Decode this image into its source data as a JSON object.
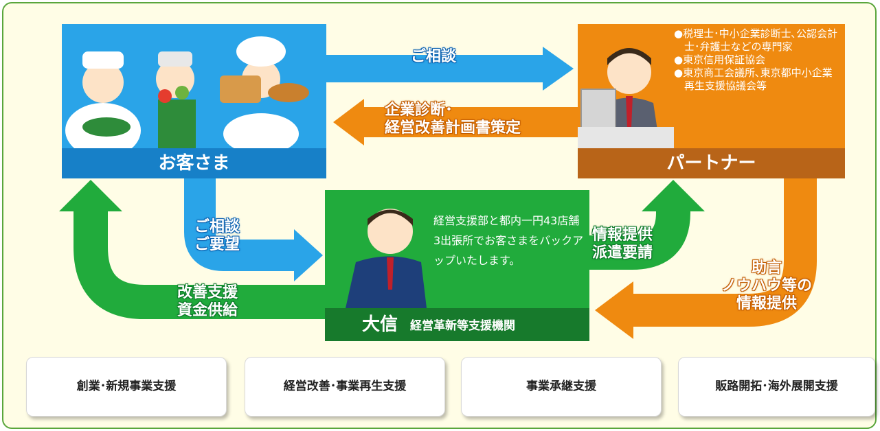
{
  "customer": {
    "label": "お客さま"
  },
  "partner": {
    "label": "パートナー",
    "notes": [
      "●税理士･中小企業診断士､公認会計士･弁護士などの専門家",
      "●東京信用保証協会",
      "●東京商工会議所､東京都中小企業再生支援協議会等"
    ]
  },
  "daishin": {
    "name": "大信",
    "subtitle": "経営革新等支援機関",
    "description": "経営支援部と都内一円43店舗3出張所でお客さまをバックアップいたします。"
  },
  "arrows": {
    "consult": "ご相談",
    "diagnosis": [
      "企業診断･",
      "経営改善計画書策定"
    ],
    "consult_request": [
      "ご相談",
      "ご要望"
    ],
    "info_dispatch": [
      "情報提供",
      "派遣要請"
    ],
    "improvement_funding": [
      "改善支援",
      "資金供給"
    ],
    "advice": [
      "助言",
      "ノウハウ等の",
      "情報提供"
    ]
  },
  "services": [
    "創業･新規事業支援",
    "経営改善･事業再生支援",
    "事業承継支援",
    "販路開拓･海外展開支援"
  ],
  "colors": {
    "blue": "#2aa4e8",
    "orange": "#ef8a10",
    "green": "#21ab3c",
    "frame": "#5aa63c",
    "background": "#fffde6"
  }
}
